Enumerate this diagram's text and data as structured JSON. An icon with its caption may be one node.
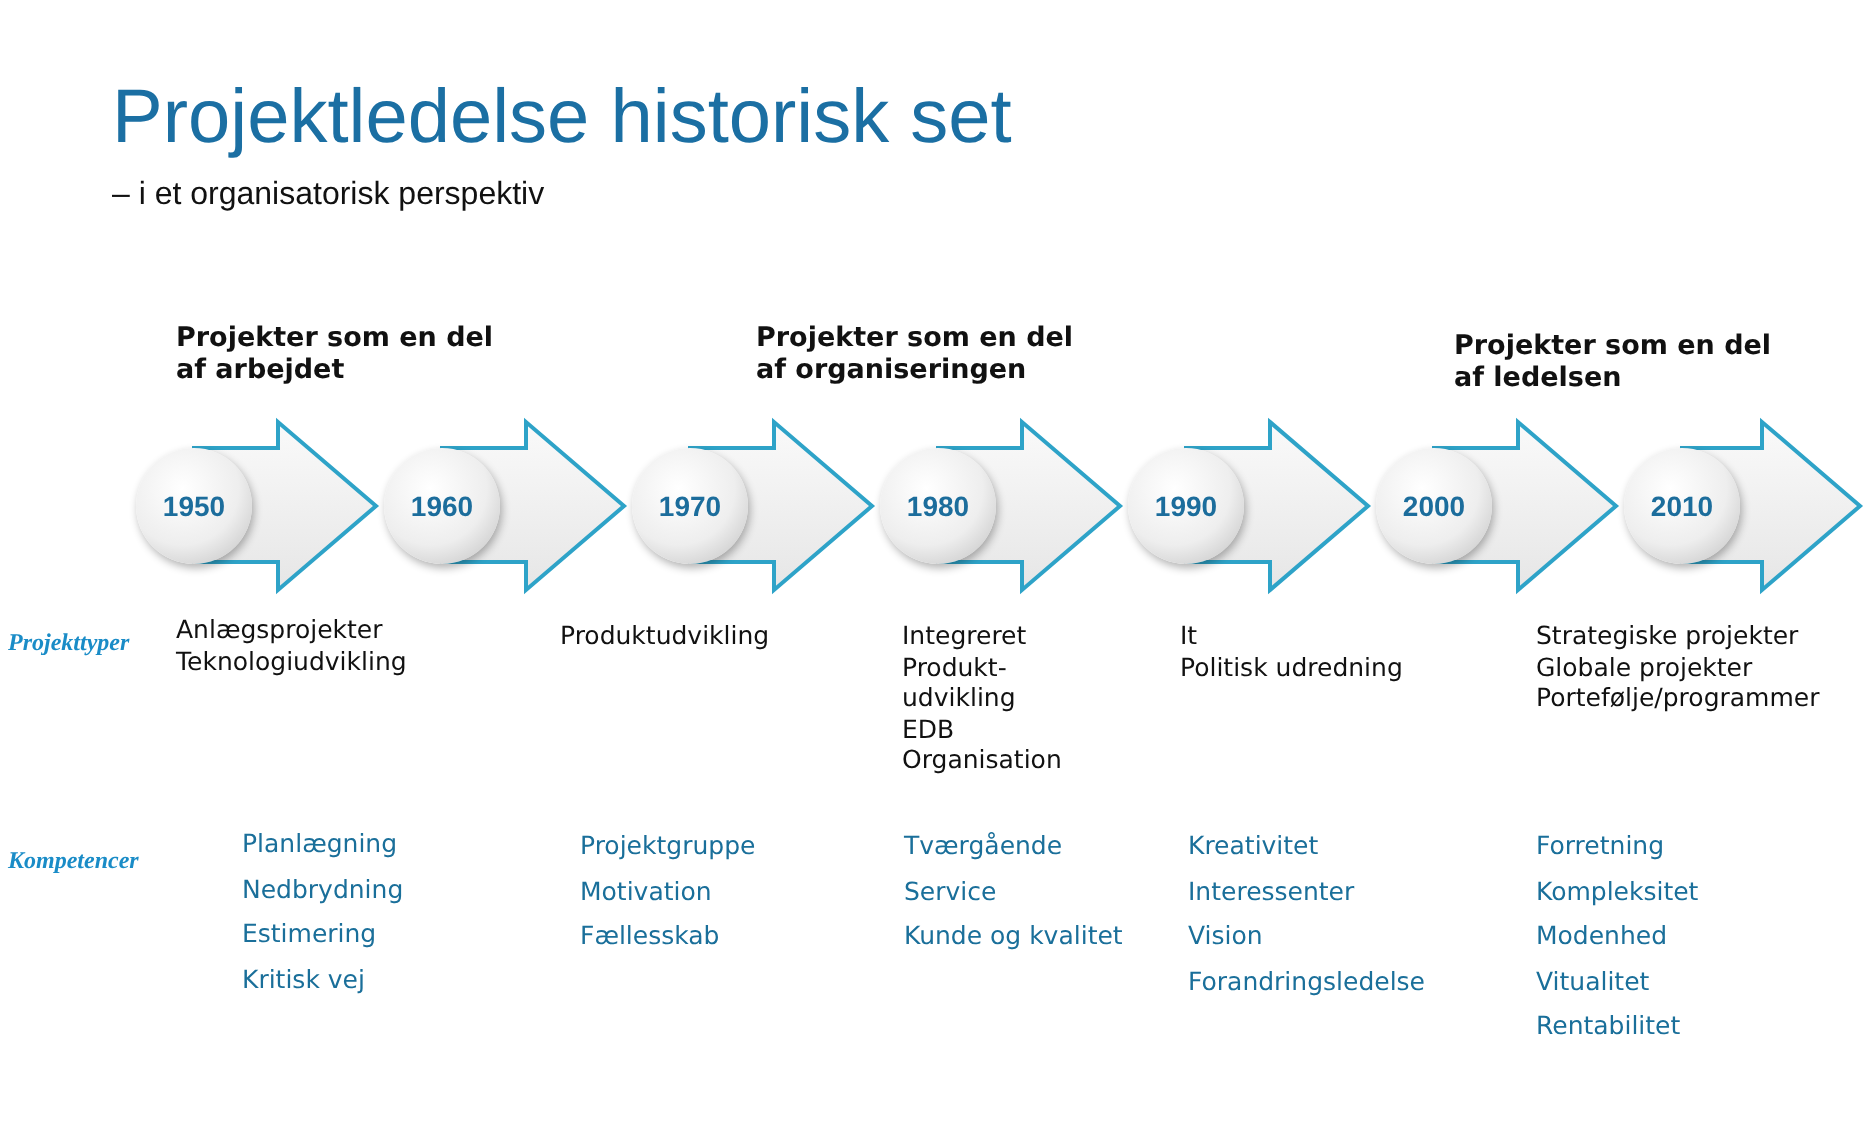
{
  "diagram": {
    "title": "Projektledelse historisk set",
    "nodes": [
      {
        "text": [
          "1950"
        ]
      },
      {
        "text": [
          "1960"
        ]
      },
      {
        "text": [
          "1970"
        ]
      },
      {
        "text": [
          "1980"
        ]
      },
      {
        "text": [
          "1990"
        ]
      },
      {
        "text": [
          "2000"
        ]
      },
      {
        "text": [
          "2010"
        ]
      }
    ],
    "edges": [
      {
        "from": 0,
        "to": 1,
        "arrow": "to"
      },
      {
        "from": 1,
        "to": 2,
        "arrow": "to"
      },
      {
        "from": 2,
        "to": 3,
        "arrow": "to"
      },
      {
        "from": 3,
        "to": 4,
        "arrow": "to"
      },
      {
        "from": 4,
        "to": 5,
        "arrow": "to"
      },
      {
        "from": 5,
        "to": 6,
        "arrow": "to"
      },
      {
        "from": 6,
        "to": null,
        "arrow": "to"
      }
    ],
    "labels": [
      "– i et organisatorisk perspektiv",
      "Projekter som en del af arbejdet",
      "Projekter som en del af organiseringen",
      "Projekter som en del af ledelsen",
      "Projekttyper",
      "Anlægsprojekter",
      "Teknologiudvikling",
      "Produktudvikling",
      "Integreret",
      "Produkt- udvikling",
      "EDB",
      "Organisation",
      "It",
      "Politisk udredning",
      "Strategiske projekter",
      "Globale projekter",
      "Portefølje/programmer",
      "Kompetencer",
      "Planlægning",
      "Nedbrydning",
      "Estimering",
      "Kritisk vej",
      "Projektgruppe",
      "Motivation",
      "Fællesskab",
      "Tværgående",
      "Service",
      "Kunde og kvalitet",
      "Kreativitet",
      "Interessenter",
      "Vision",
      "Forandringsledelse",
      "Forretning",
      "Kompleksitet",
      "Modenhed",
      "Vitualitet",
      "Rentabilitet"
    ]
  }
}
